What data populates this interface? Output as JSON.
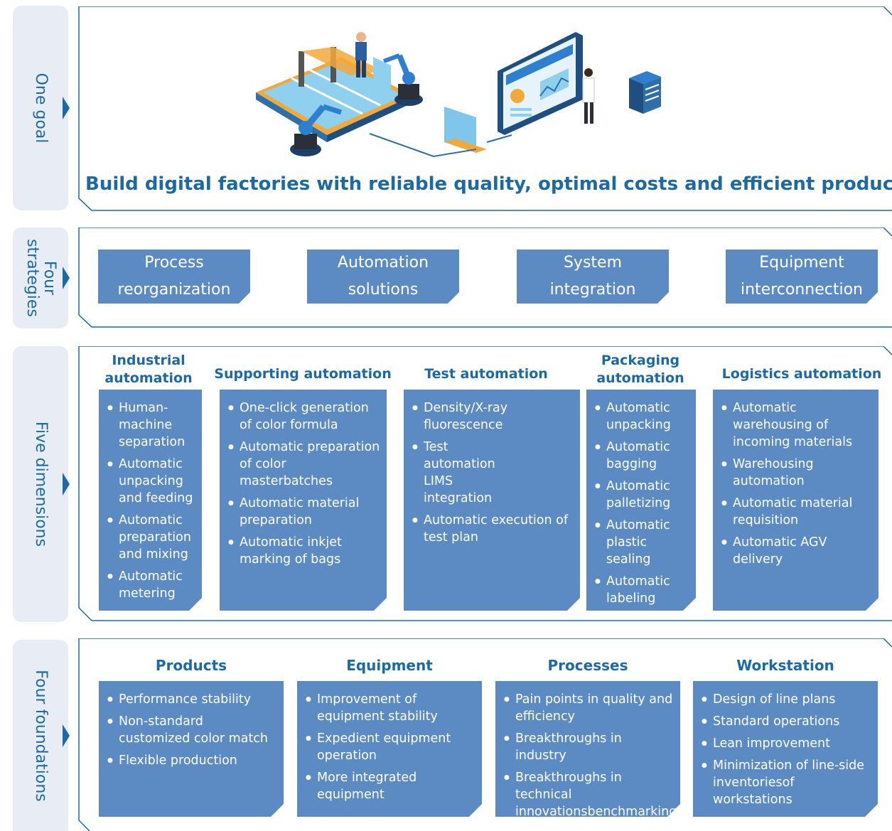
{
  "sections": {
    "goal_label": "One goal",
    "strategies_label": "Four strategies",
    "dimensions_label": "Five dimensions",
    "foundations_label": "Four foundations"
  },
  "goal": {
    "title": "Build digital factories with reliable quality, optimal costs and efficient production"
  },
  "strategies": [
    {
      "line1": "Process",
      "line2": "reorganization"
    },
    {
      "line1": "Automation",
      "line2": "solutions"
    },
    {
      "line1": "System",
      "line2": "integration"
    },
    {
      "line1": "Equipment",
      "line2": "interconnection"
    }
  ],
  "dimensions": [
    {
      "title": "Industrial automation",
      "items": [
        "Human-machine separation",
        "Automatic unpacking and feeding",
        "Automatic preparation and mixing",
        "Automatic metering"
      ]
    },
    {
      "title": "Supporting automation",
      "items": [
        "One-click generation of color formula",
        "Automatic preparation of color masterbatches",
        "Automatic material preparation",
        "Automatic inkjet marking of bags"
      ]
    },
    {
      "title": "Test automation",
      "items": [
        "Density/X-ray fluorescence",
        "Test automation LIMS integration",
        "Automatic execution of test plan"
      ]
    },
    {
      "title": "Packaging automation",
      "items": [
        "Automatic unpacking",
        "Automatic bagging",
        "Automatic palletizing",
        "Automatic plastic sealing",
        "Automatic labeling"
      ]
    },
    {
      "title": "Logistics automation",
      "items": [
        "Automatic warehousing of incoming materials",
        "Warehousing automation",
        "Automatic material requisition",
        "Automatic AGV delivery"
      ]
    }
  ],
  "foundations": [
    {
      "title": "Products",
      "items": [
        "Performance stability",
        "Non-standard customized color match",
        "Flexible production"
      ]
    },
    {
      "title": "Equipment",
      "items": [
        "Improvement of equipment stability",
        "Expedient equipment operation",
        "More integrated equipment"
      ]
    },
    {
      "title": "Processes",
      "items": [
        "Pain points in quality and efficiency",
        "Breakthroughs in industry",
        "Breakthroughs in technical innovationsbenchmarking"
      ]
    },
    {
      "title": "Workstation",
      "items": [
        "Design of line plans",
        "Standard operations",
        "Lean improvement",
        "Minimization of line-side inventoriesof workstations"
      ]
    }
  ],
  "colors": {
    "accent": "#1b6aa5",
    "card": "#5b8bc2",
    "tab": "#e8ecf4"
  }
}
